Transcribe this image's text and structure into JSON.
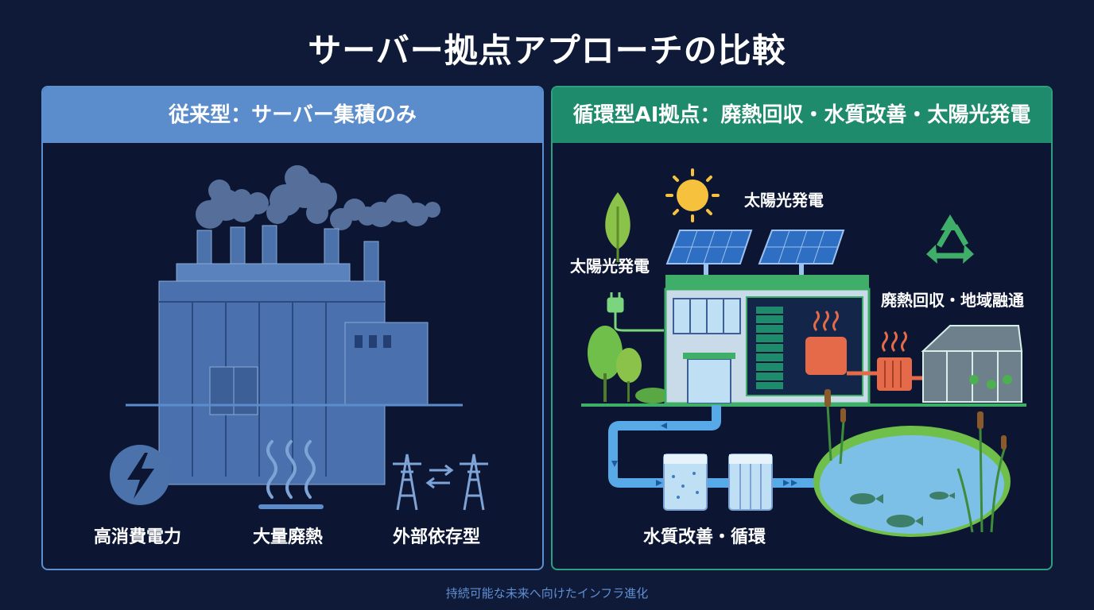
{
  "title": "サーバー拠点アプローチの比較",
  "left_panel": {
    "header": "従来型：サーバー集積のみ",
    "items": [
      {
        "label": "高消費電力",
        "icon": "lightning-icon"
      },
      {
        "label": "大量廃熱",
        "icon": "heat-waves-icon"
      },
      {
        "label": "外部依存型",
        "icon": "power-tower-icon"
      }
    ]
  },
  "right_panel": {
    "header": "循環型AI拠点：廃熱回収・水質改善・太陽光発電",
    "labels": {
      "solar_top": "太陽光発電",
      "solar_left": "太陽光発電",
      "heat_recovery": "廃熱回収・地域融通",
      "water": "水質改善・循環"
    }
  },
  "footer": "持続可能な未来へ向けたインフラ進化",
  "colors": {
    "background": "#0f1a38",
    "left_accent": "#5b8ccb",
    "right_accent": "#1f8b6d"
  }
}
